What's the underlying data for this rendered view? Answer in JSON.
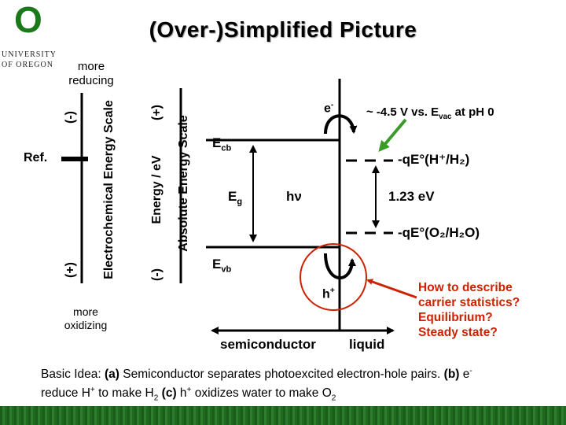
{
  "title": "(Over-)Simplified Picture",
  "logo": {
    "letter": "O",
    "line1": "UNIVERSITY",
    "line2": "OF OREGON",
    "color": "#1a7a1a"
  },
  "left_scale": {
    "top_label_line1": "more",
    "top_label_line2": "reducing",
    "bottom_label_line1": "more",
    "bottom_label_line2": "oxidizing",
    "ref_label": "Ref.",
    "minus": "(-)",
    "plus": "(+)",
    "axis_label": "Electrochemical Energy Scale"
  },
  "right_scale": {
    "plus": "(+)",
    "minus": "(-)",
    "energy_label": "Energy / eV",
    "axis_label": "Absolute Energy Scale"
  },
  "diagram": {
    "e_minus": "e",
    "e_sup": "-",
    "ecb_main": "E",
    "ecb_sub": "cb",
    "eg_main": "E",
    "eg_sub": "g",
    "hnu": "hν",
    "evb_main": "E",
    "evb_sub": "vb",
    "hplus": "h",
    "hplus_sup": "+",
    "h2_label": "-qE°(H⁺/H₂)",
    "gap_value": "1.23 eV",
    "o2_label": "-qE°(O₂/H₂O)",
    "vacuum_note_prefix": "~ -4.5 V vs. E",
    "vacuum_note_sub": "vac",
    "vacuum_note_suffix": " at pH 0",
    "semiconductor": "semiconductor",
    "liquid": "liquid",
    "accent_red": "#cc2200",
    "arrow_green": "#3a9a2a"
  },
  "question": {
    "line1": "How to describe",
    "line2": "carrier statistics?",
    "line3": "Equilibrium?",
    "line4": "Steady state?"
  },
  "basic_idea": {
    "p1": "Basic Idea: ",
    "a": "(a)",
    "p2": " Semiconductor separates photoexcited electron-hole pairs. ",
    "b": "(b)",
    "p3": " e",
    "p3_sup": "-",
    "p4": "reduce H",
    "p4_sup": "+",
    "p5": " to make H",
    "p5_sub": "2",
    "c": " (c)",
    "p6": " h",
    "p6_sup": "+",
    "p7": " oxidizes water to make O",
    "p7_sub": "2"
  }
}
